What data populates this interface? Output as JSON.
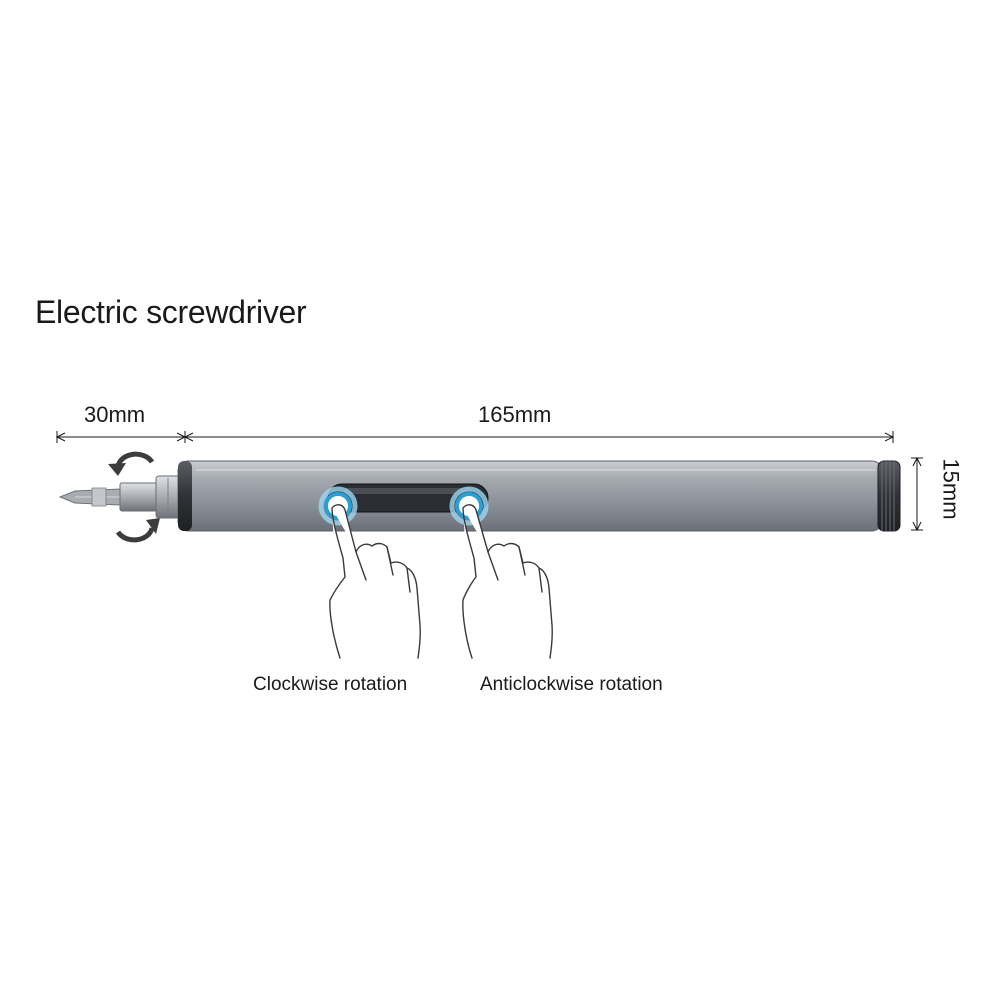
{
  "title": "Electric screwdriver",
  "dimensions": {
    "bit_length": "30mm",
    "body_length": "165mm",
    "diameter": "15mm"
  },
  "buttons": {
    "clockwise_label": "Clockwise rotation",
    "anticlockwise_label": "Anticlockwise rotation"
  },
  "colors": {
    "body": "#9aa0a8",
    "button_ring": "#2a9fd6",
    "rotation_arrow": "#3c3c3c"
  }
}
